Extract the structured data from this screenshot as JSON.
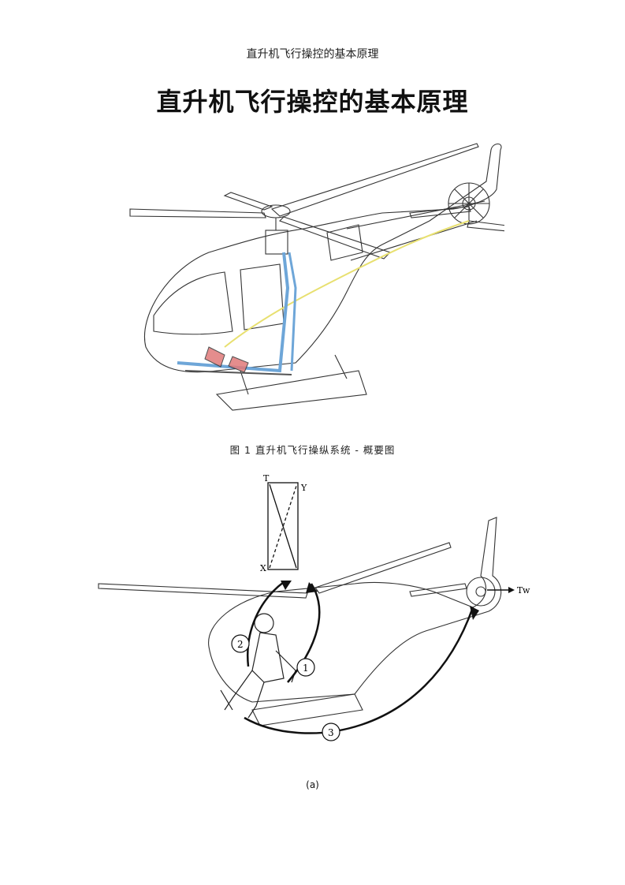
{
  "header": {
    "running_title": "直升机飞行操控的基本原理"
  },
  "document": {
    "title": "直升机飞行操控的基本原理"
  },
  "figure1": {
    "caption": "图 1 直升机飞行操纵系统 - 概要图",
    "colors": {
      "outline": "#333333",
      "tail_link": "#e8e070",
      "cyclic_link": "#6ea6d8",
      "pedal": "#e07a7a"
    }
  },
  "figure2": {
    "caption": "(a)",
    "labels": {
      "t": "T",
      "y": "Y",
      "x": "X",
      "tail_thrust": "Tw",
      "arrow1": "1",
      "arrow2": "2",
      "arrow3": "3"
    }
  }
}
